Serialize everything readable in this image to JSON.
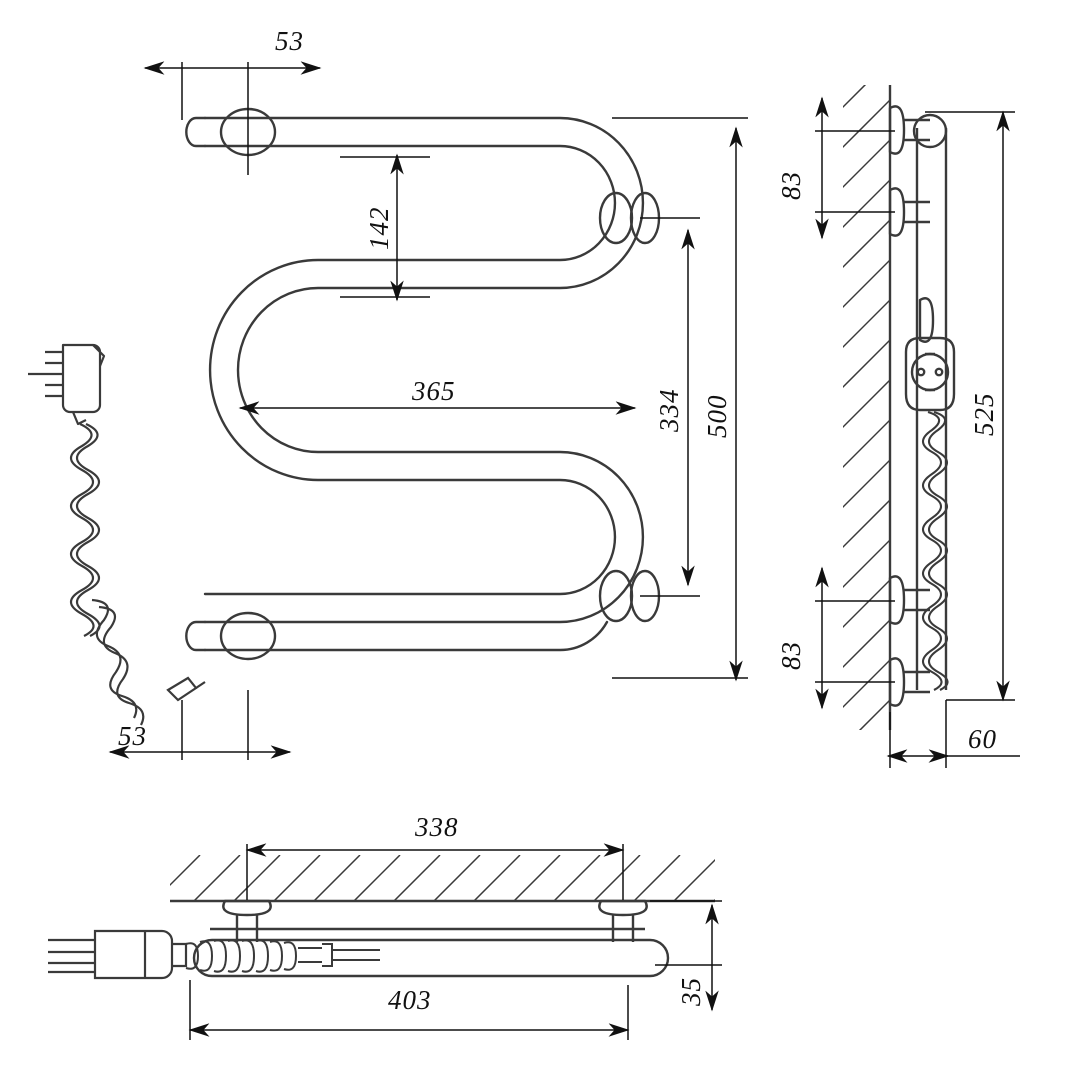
{
  "drawing": {
    "type": "technical-dimension-drawing",
    "subject": "M-shaped heated towel rail (wall mounted, electric, coiled cord with plug)",
    "units": "mm",
    "line_color": "#3a3a3a",
    "dim_color": "#111111",
    "background": "#ffffff",
    "views": [
      {
        "name": "front-view",
        "label": ""
      },
      {
        "name": "side-view",
        "label": ""
      },
      {
        "name": "top-view",
        "label": ""
      }
    ]
  },
  "dimensions": {
    "front": {
      "top_offset": "53",
      "bottom_offset": "53",
      "bend_height": "142",
      "inner_width": "365",
      "mount_spacing": "334",
      "overall_height": "500"
    },
    "side": {
      "top_bracket_spacing": "83",
      "bottom_bracket_spacing": "83",
      "overall_height": "525",
      "depth": "60"
    },
    "top": {
      "mount_spacing": "338",
      "overall_length": "403",
      "projection": "35"
    }
  },
  "components": {
    "plug": "mains-plug",
    "cord": "coiled-cord",
    "wall": "hatched-wall-section",
    "bracket": "wall-bracket",
    "rail": "tube-rail",
    "socket": "schuko-socket"
  }
}
